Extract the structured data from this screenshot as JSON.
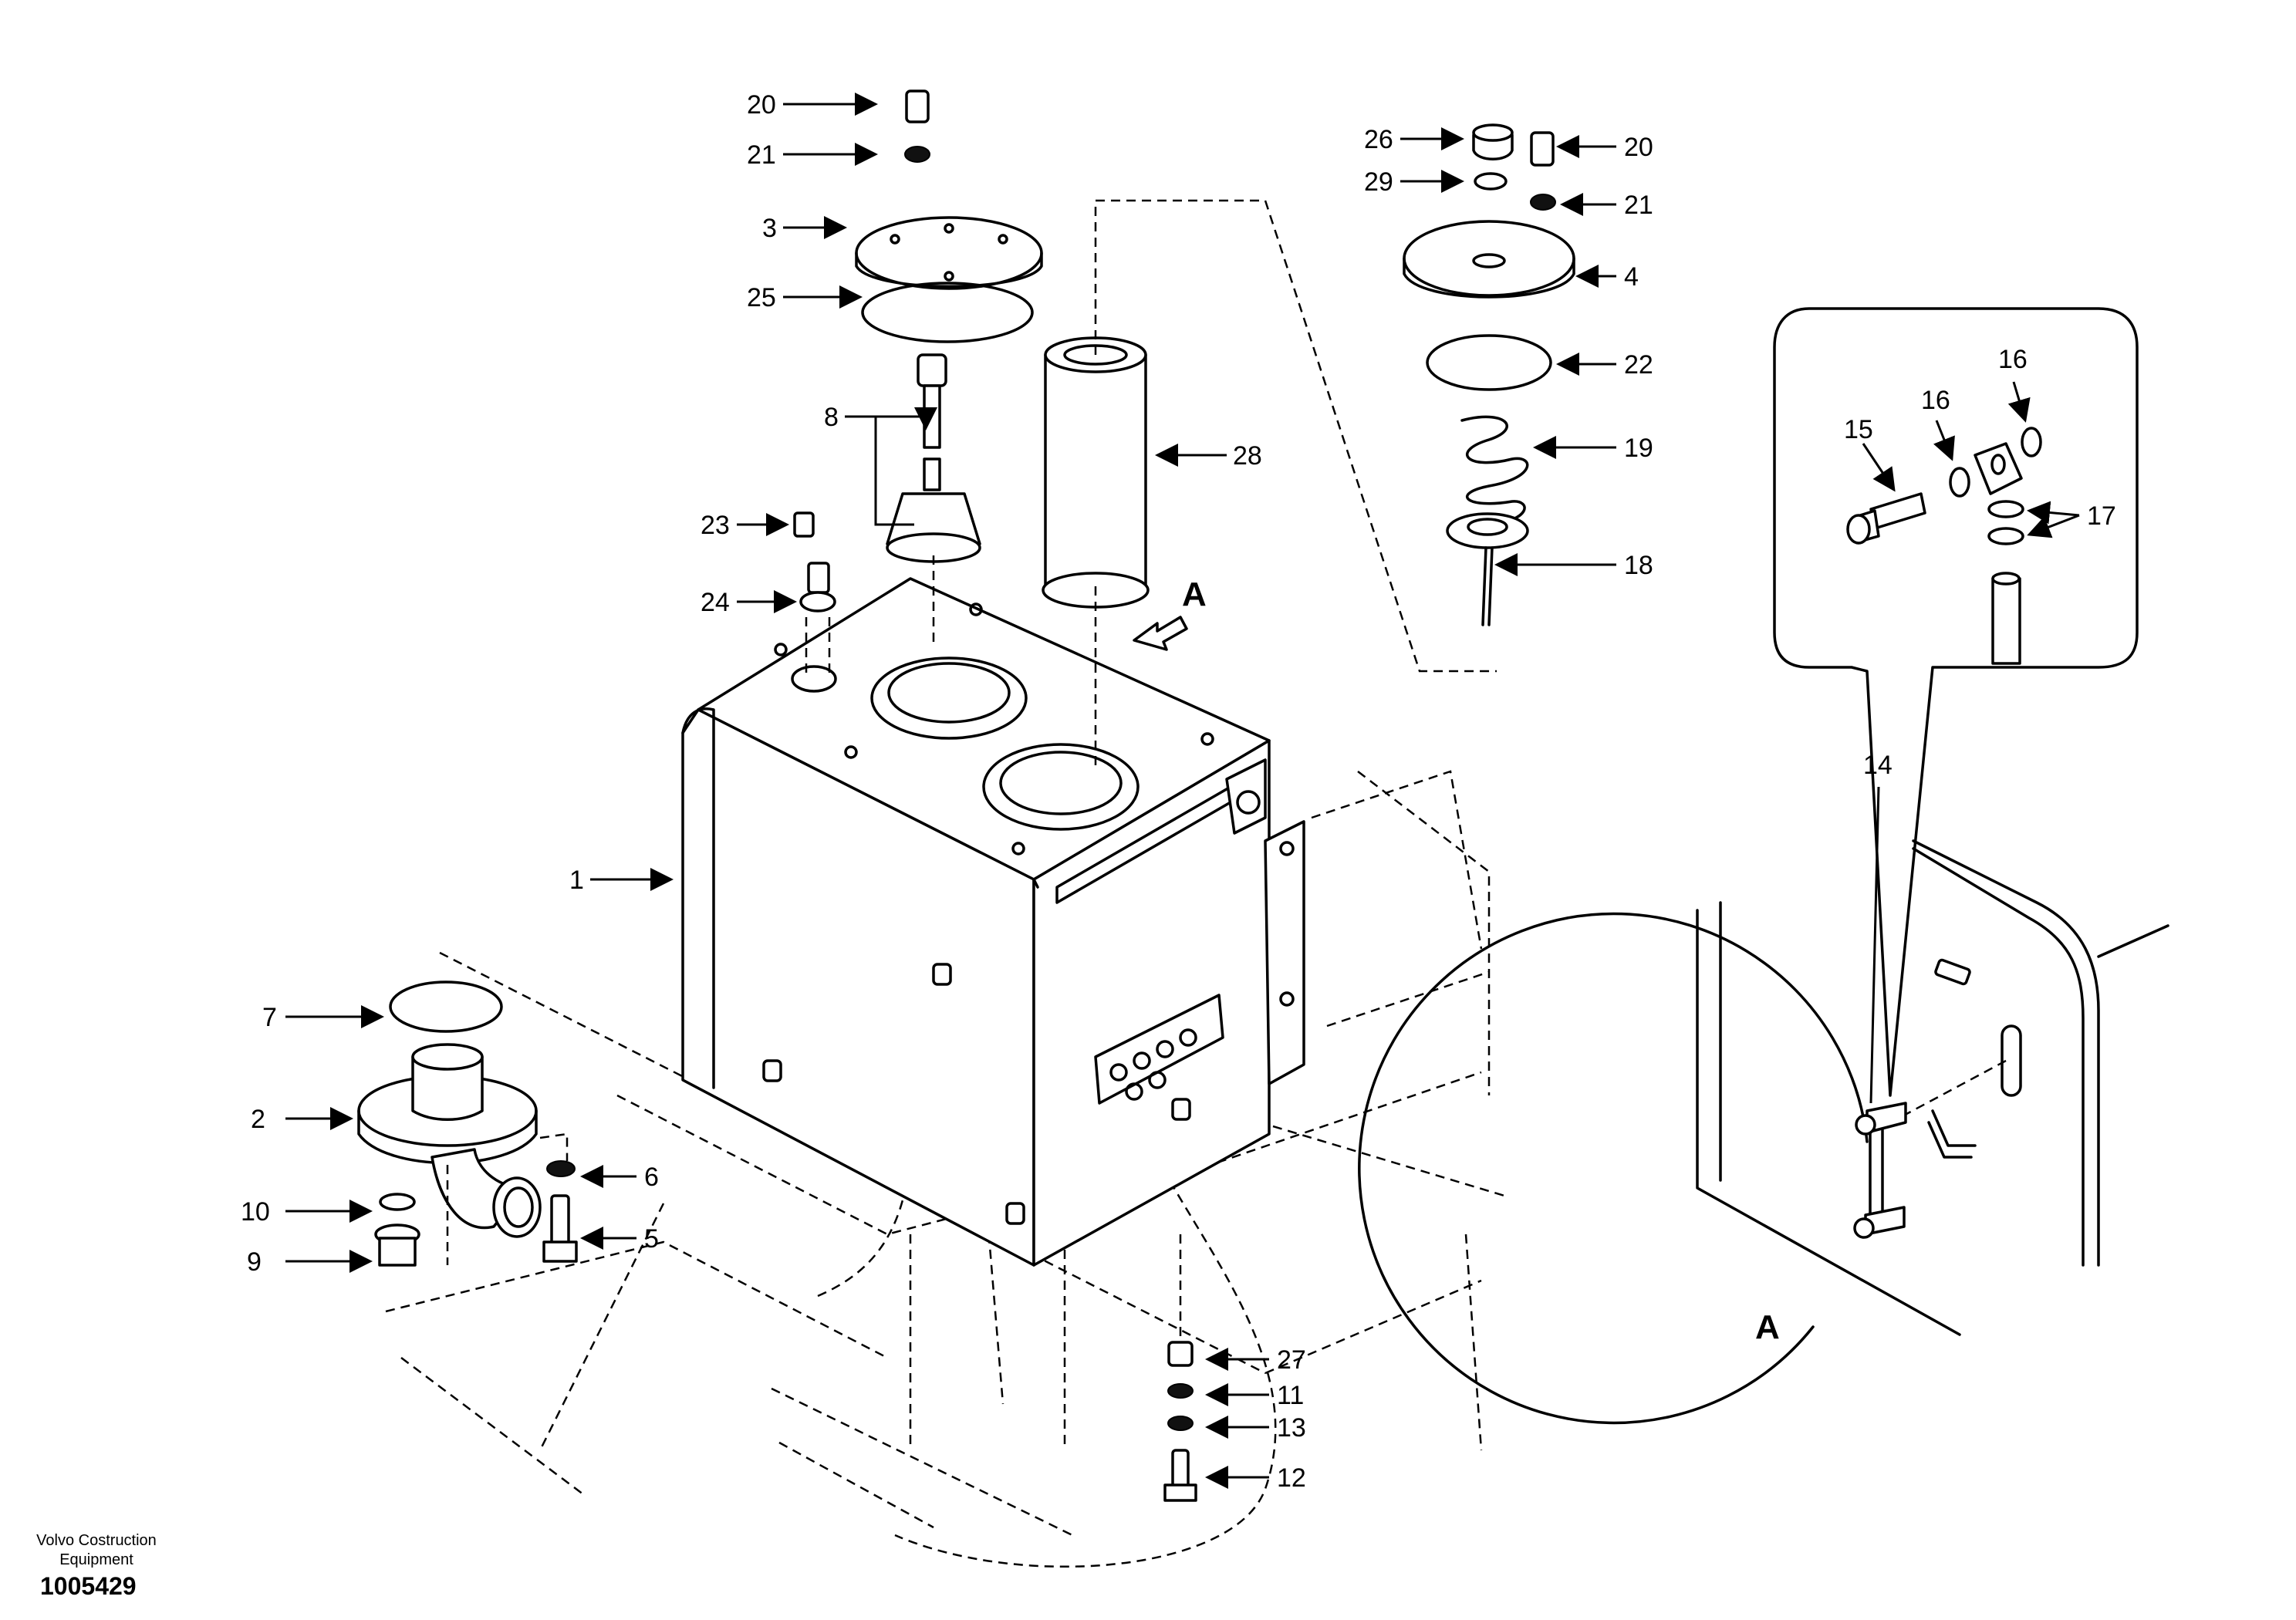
{
  "footer": {
    "company_line1": "Volvo Costruction",
    "company_line2": "Equipment",
    "drawing_number": "1005429"
  },
  "callouts": {
    "c1": "1",
    "c2": "2",
    "c3": "3",
    "c4": "4",
    "c5": "5",
    "c6": "6",
    "c7": "7",
    "c8": "8",
    "c9": "9",
    "c10": "10",
    "c11": "11",
    "c12": "12",
    "c13": "13",
    "c14": "14",
    "c15": "15",
    "c16a": "16",
    "c16b": "16",
    "c17": "17",
    "c18": "18",
    "c19": "19",
    "c20a": "20",
    "c20b": "20",
    "c21a": "21",
    "c21b": "21",
    "c22": "22",
    "c23": "23",
    "c24": "24",
    "c25": "25",
    "c26": "26",
    "c27": "27",
    "c28": "28",
    "c29": "29"
  },
  "views": {
    "arrow_label": "A",
    "detail_label": "A"
  }
}
